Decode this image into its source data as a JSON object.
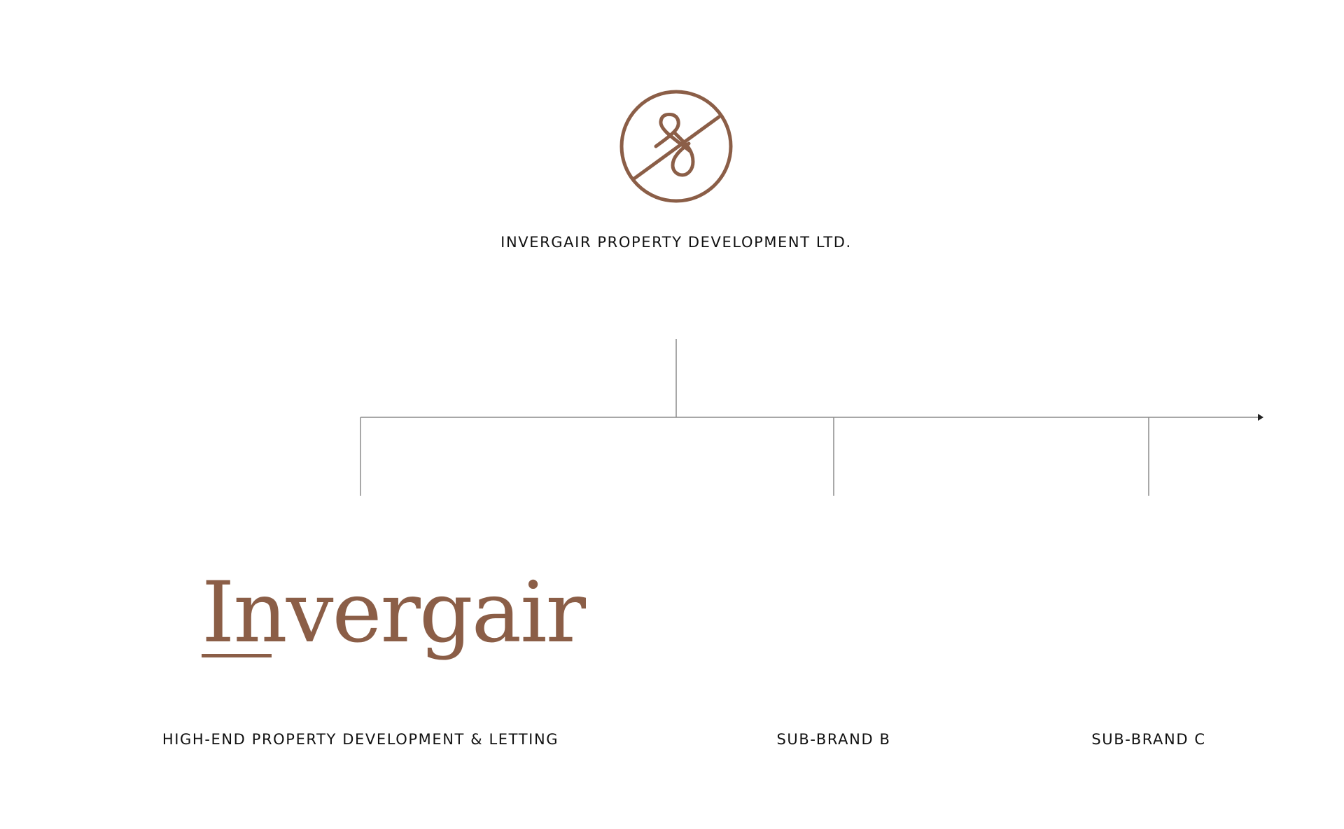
{
  "brand_color": "#8B5E47",
  "line_color": "#8a8a8a",
  "parent": {
    "logo_icon": "ampersand-monogram-icon",
    "name": "INVERGAIR PROPERTY DEVELOPMENT LTD."
  },
  "children": [
    {
      "wordmark": "Invergair",
      "label": "HIGH-END PROPERTY DEVELOPMENT & LETTING"
    },
    {
      "label": "SUB-BRAND B"
    },
    {
      "label": "SUB-BRAND C"
    }
  ],
  "continuation_icon": "arrow-right-icon"
}
